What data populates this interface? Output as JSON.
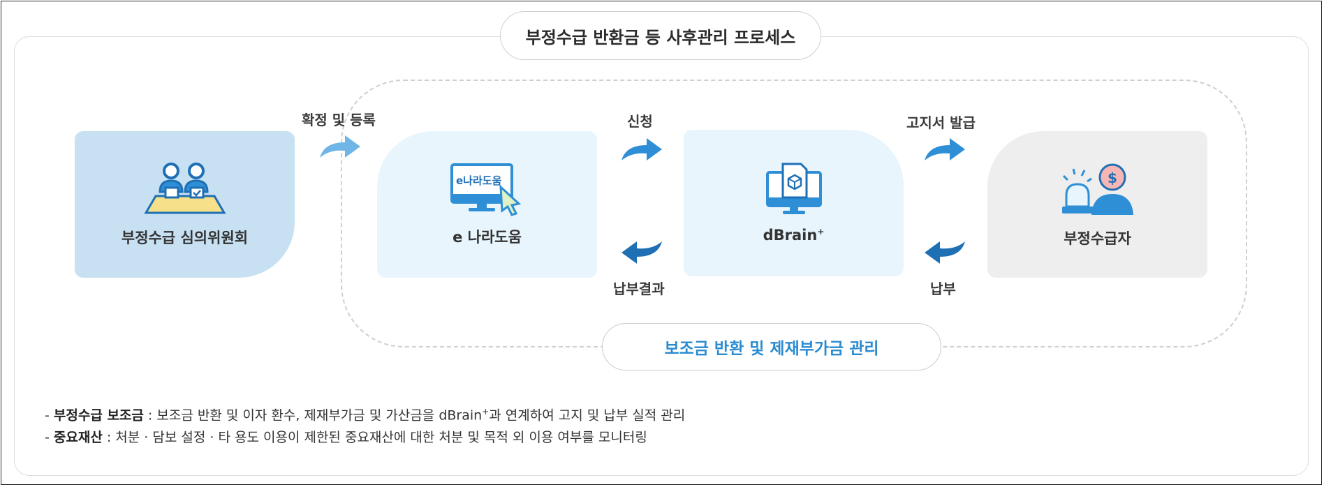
{
  "title": "부정수급 반환금 등 사후관리 프로세스",
  "subtitle": "보조금 반환 및 제재부가금 관리",
  "nodes": {
    "committee": "부정수급 심의위원회",
    "enara": "e 나라도움",
    "enara_logo_text": "e나라도움",
    "dbrain": "dBrain",
    "dbrain_sup": "+",
    "recipient": "부정수급자"
  },
  "edges": {
    "confirm_register": "확정 및 등록",
    "apply": "신청",
    "payment_result": "납부결과",
    "notice_issue": "고지서 발급",
    "payment": "납부"
  },
  "notes": [
    {
      "prefix": "- ",
      "term": "부정수급 보조금",
      "text_a": " : 보조금 반환 및 이자 환수, 제재부가금 및 가산금을 dBrain",
      "sup": "+",
      "text_b": "과 연계하여 고지 및 납부 실적 관리"
    },
    {
      "prefix": "- ",
      "term": "중요재산",
      "text_a": " : 처분 · 담보 설정 · 타 용도 이용이 제한된 중요재산에 대한 처분 및 목적 외 이용 여부를 모니터링"
    }
  ],
  "colors": {
    "accent_blue": "#2a8bd0",
    "arrow_light": "#6fb6e6",
    "arrow_mid": "#2f8fd6",
    "arrow_dark": "#1f6fb5",
    "committee_bg": "#c7e0f2",
    "system_bg": "#e8f5fd",
    "recipient_bg": "#eeeeee"
  },
  "icons": {
    "committee": "committee-people-icon",
    "enara": "monitor-cursor-icon",
    "dbrain": "monitor-document-icon",
    "recipient": "alarm-person-dollar-icon"
  }
}
